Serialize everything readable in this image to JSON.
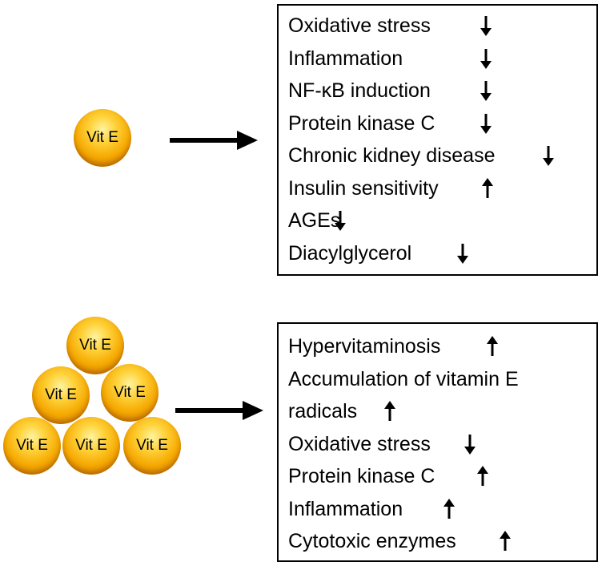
{
  "top": {
    "ball_label": "Vit E",
    "effects": [
      {
        "text": "Oxidative stress",
        "direction": "down"
      },
      {
        "text": "Inflammation",
        "direction": "down"
      },
      {
        "text": "NF-κB induction",
        "direction": "down"
      },
      {
        "text": "Protein kinase C",
        "direction": "down"
      },
      {
        "text": "Chronic kidney disease",
        "direction": "down"
      },
      {
        "text": "Insulin sensitivity",
        "direction": "up"
      },
      {
        "text": "AGEs",
        "direction": "down"
      },
      {
        "text": "Diacylglycerol",
        "direction": "down"
      }
    ]
  },
  "bottom": {
    "ball_label": "Vit E",
    "ball_count": 6,
    "effects": [
      {
        "text": "Hypervitaminosis",
        "direction": "up"
      },
      {
        "text": "Accumulation of vitamin E",
        "direction": "none"
      },
      {
        "text": "radicals",
        "direction": "up"
      },
      {
        "text": "Oxidative stress",
        "direction": "down"
      },
      {
        "text": "Protein kinase C",
        "direction": "up"
      },
      {
        "text": "Inflammation",
        "direction": "up"
      },
      {
        "text": "Cytotoxic enzymes",
        "direction": "up"
      }
    ]
  },
  "colors": {
    "ball_main": "#f5a800",
    "ball_highlight": "#fff3a0",
    "arrow": "#000000"
  }
}
